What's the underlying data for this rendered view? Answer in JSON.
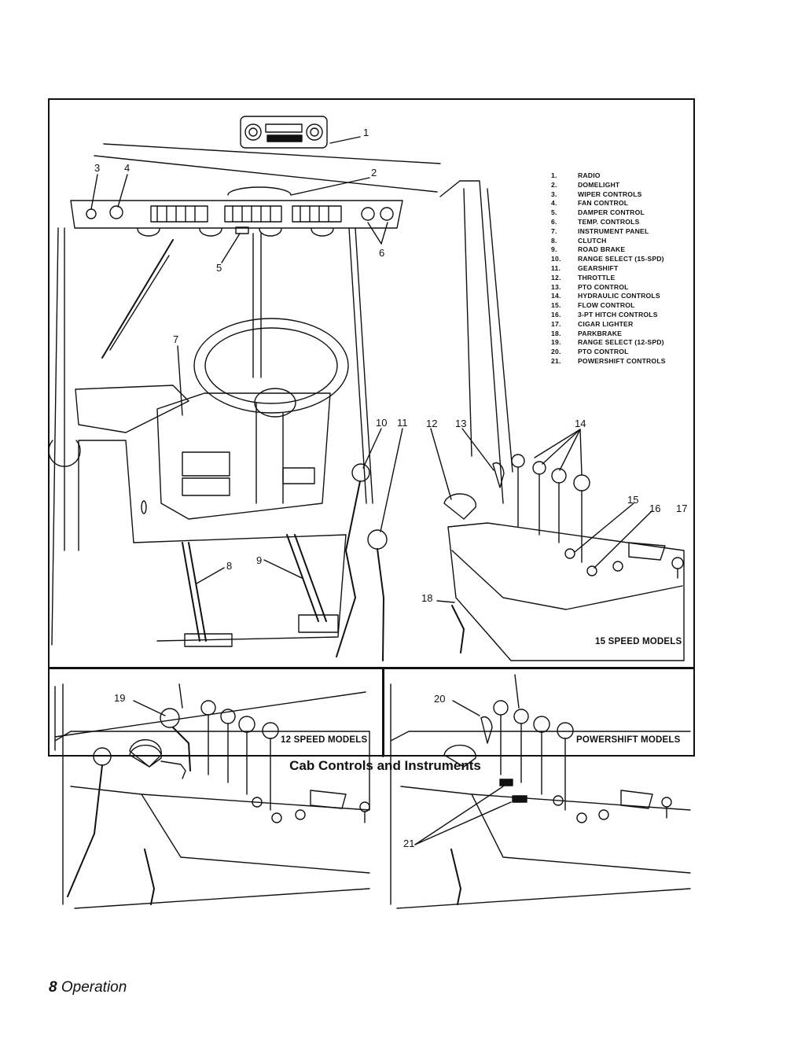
{
  "legend": [
    {
      "num": "1.",
      "label": "RADIO"
    },
    {
      "num": "2.",
      "label": "DOMELIGHT"
    },
    {
      "num": "3.",
      "label": "WIPER CONTROLS"
    },
    {
      "num": "4.",
      "label": "FAN CONTROL"
    },
    {
      "num": "5.",
      "label": "DAMPER CONTROL"
    },
    {
      "num": "6.",
      "label": "TEMP. CONTROLS"
    },
    {
      "num": "7.",
      "label": "INSTRUMENT PANEL"
    },
    {
      "num": "8.",
      "label": "CLUTCH"
    },
    {
      "num": "9.",
      "label": "ROAD BRAKE"
    },
    {
      "num": "10.",
      "label": "RANGE SELECT (15-SPD)"
    },
    {
      "num": "11.",
      "label": "GEARSHIFT"
    },
    {
      "num": "12.",
      "label": "THROTTLE"
    },
    {
      "num": "13.",
      "label": "PTO CONTROL"
    },
    {
      "num": "14.",
      "label": "HYDRAULIC CONTROLS"
    },
    {
      "num": "15.",
      "label": "FLOW CONTROL"
    },
    {
      "num": "16.",
      "label": "3-PT HITCH CONTROLS"
    },
    {
      "num": "17.",
      "label": "CIGAR LIGHTER"
    },
    {
      "num": "18.",
      "label": "PARKBRAKE"
    },
    {
      "num": "19.",
      "label": "RANGE SELECT (12-SPD)"
    },
    {
      "num": "20.",
      "label": "PTO CONTROL"
    },
    {
      "num": "21.",
      "label": "POWERSHIFT CONTROLS"
    }
  ],
  "callouts": {
    "c1": "1",
    "c2": "2",
    "c3": "3",
    "c4": "4",
    "c5": "5",
    "c6": "6",
    "c7": "7",
    "c8": "8",
    "c9": "9",
    "c10": "10",
    "c11": "11",
    "c12": "12",
    "c13": "13",
    "c14": "14",
    "c15": "15",
    "c16": "16",
    "c17": "17",
    "c18": "18",
    "c19": "19",
    "c20": "20",
    "c21": "21"
  },
  "models": {
    "fifteen": "15 SPEED MODELS",
    "twelve": "12 SPEED MODELS",
    "powershift": "POWERSHIFT MODELS"
  },
  "caption": "Cab Controls and Instruments",
  "footer": {
    "page_number": "8",
    "section": "Operation"
  }
}
